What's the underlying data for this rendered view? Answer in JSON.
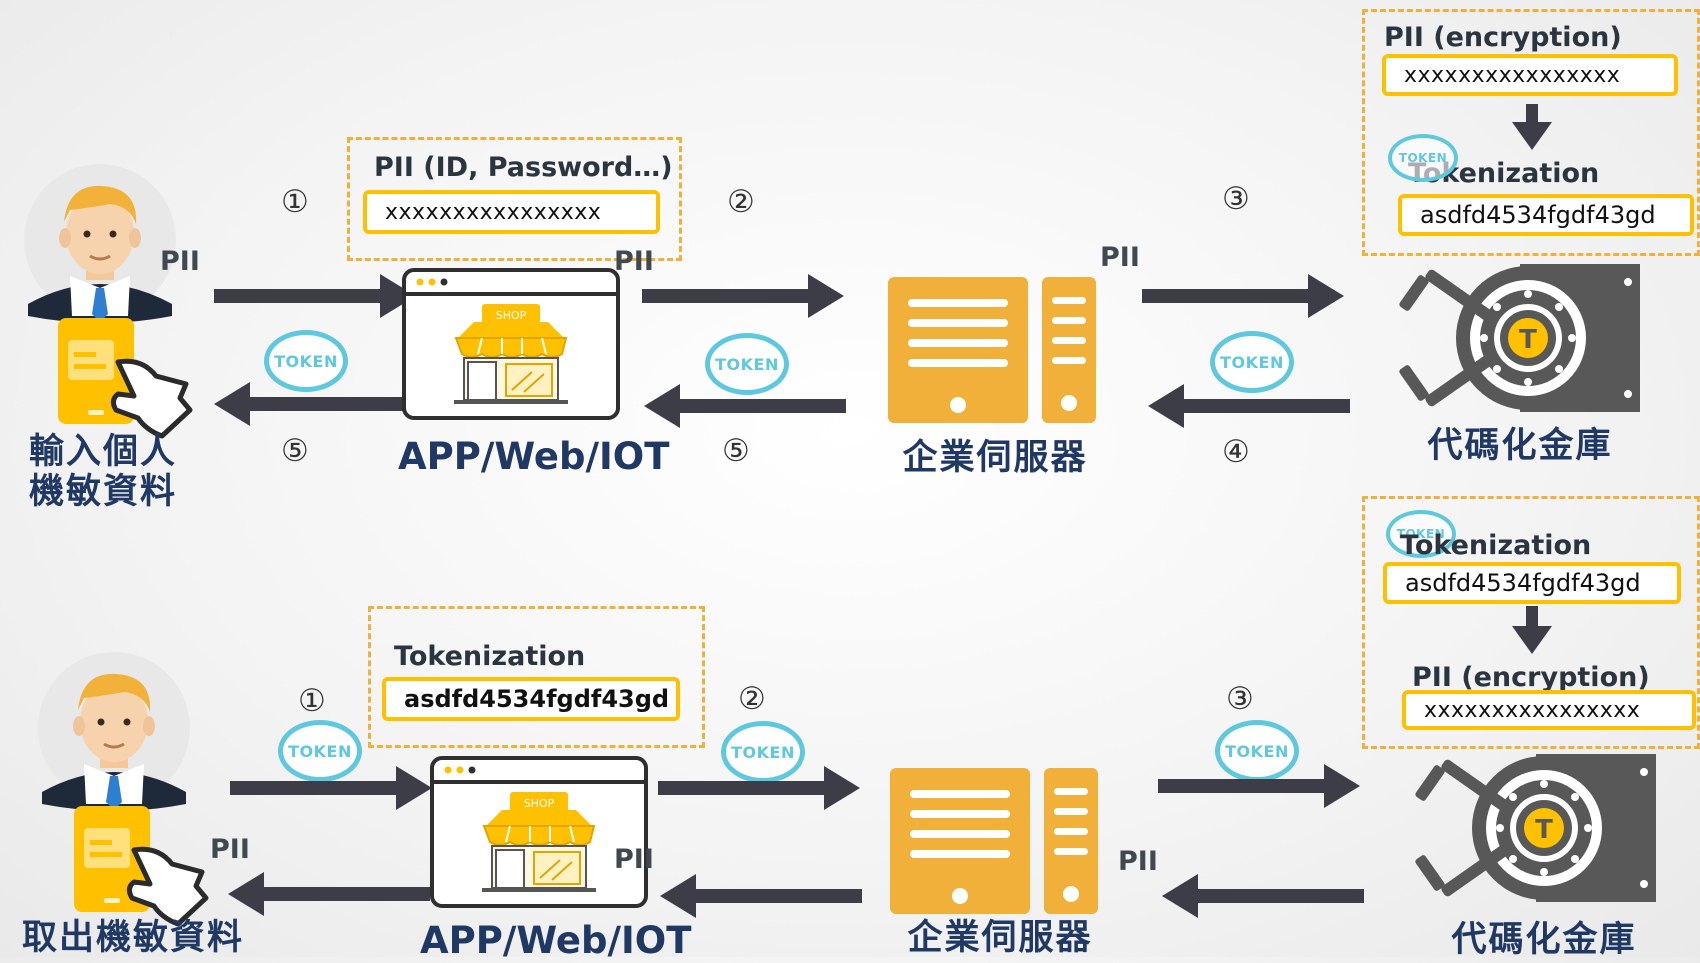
{
  "colors": {
    "accent": "#ffc000",
    "dashed": "#f0b03a",
    "arrow": "#3d3d48",
    "token": "#5ec8df",
    "caption": "#1f3864",
    "server": "#f0b03a",
    "vault": "#585858"
  },
  "top": {
    "user_caption_1": "輸入個人",
    "user_caption_2": "機敏資料",
    "app_caption": "APP/Web/IOT",
    "server_caption": "企業伺服器",
    "vault_caption": "代碼化金庫",
    "app_box": {
      "heading": "PII (ID, Password…)",
      "value": "xxxxxxxxxxxxxxxx"
    },
    "vault_box": {
      "enc_heading": "PII (encryption)",
      "enc_value": "xxxxxxxxxxxxxxxx",
      "tok_heading": "Tokenization",
      "tok_value": "asdfd4534fgdf43gd"
    },
    "steps": {
      "s1": "①",
      "s2": "②",
      "s3": "③",
      "s4": "④",
      "s5a": "⑤",
      "s5b": "⑤"
    },
    "pii_labels": {
      "user": "PII",
      "app": "PII",
      "server": "PII"
    },
    "token_label": "TOKEN",
    "shop_label": "SHOP"
  },
  "bottom": {
    "user_caption": "取出機敏資料",
    "app_caption": "APP/Web/IOT",
    "server_caption": "企業伺服器",
    "vault_caption": "代碼化金庫",
    "app_box": {
      "heading": "Tokenization",
      "value": "asdfd4534fgdf43gd"
    },
    "vault_box": {
      "tok_heading": "Tokenization",
      "tok_value": "asdfd4534fgdf43gd",
      "enc_heading": "PII (encryption)",
      "enc_value": "xxxxxxxxxxxxxxxx"
    },
    "steps": {
      "s1": "①",
      "s2": "②",
      "s3": "③"
    },
    "pii_labels": {
      "user": "PII",
      "app": "PII",
      "server": "PII"
    },
    "token_label": "TOKEN",
    "shop_label": "SHOP"
  }
}
